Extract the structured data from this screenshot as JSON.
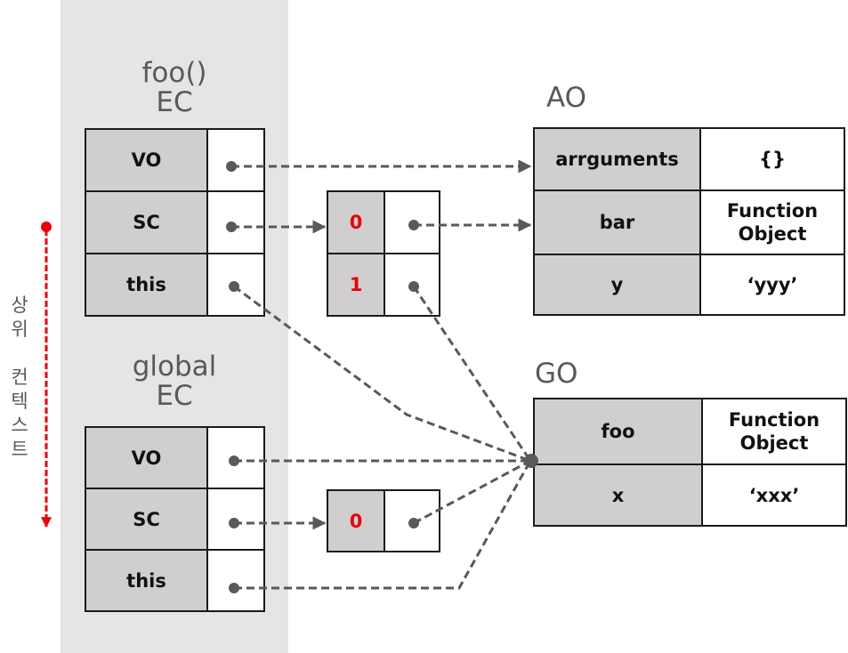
{
  "side_axis": {
    "label_chars": [
      "상",
      "위",
      "",
      "컨",
      "텍",
      "스",
      "트"
    ],
    "label": "상위 컨텍스트",
    "color": "#e8000b"
  },
  "foo_ec": {
    "title_line1": "foo()",
    "title_line2": "EC",
    "rows": [
      {
        "key": "VO"
      },
      {
        "key": "SC"
      },
      {
        "key": "this"
      }
    ]
  },
  "global_ec": {
    "title_line1": "global",
    "title_line2": "EC",
    "rows": [
      {
        "key": "VO"
      },
      {
        "key": "SC"
      },
      {
        "key": "this"
      }
    ]
  },
  "foo_scope_chain": {
    "rows": [
      {
        "index": "0"
      },
      {
        "index": "1"
      }
    ]
  },
  "global_scope_chain": {
    "rows": [
      {
        "index": "0"
      }
    ]
  },
  "ao": {
    "title": "AO",
    "rows": [
      {
        "key": "arrguments",
        "value": "{}"
      },
      {
        "key": "bar",
        "value_line1": "Function",
        "value_line2": "Object"
      },
      {
        "key": "y",
        "value": "‘yyy’"
      }
    ]
  },
  "go": {
    "title": "GO",
    "rows": [
      {
        "key": "foo",
        "value_line1": "Function",
        "value_line2": "Object"
      },
      {
        "key": "x",
        "value": "‘xxx’"
      }
    ]
  },
  "colors": {
    "connector": "#595959",
    "index_text": "#e8000b",
    "key_cell": "#d0cecf",
    "stack_background": "#e5e5e5"
  }
}
